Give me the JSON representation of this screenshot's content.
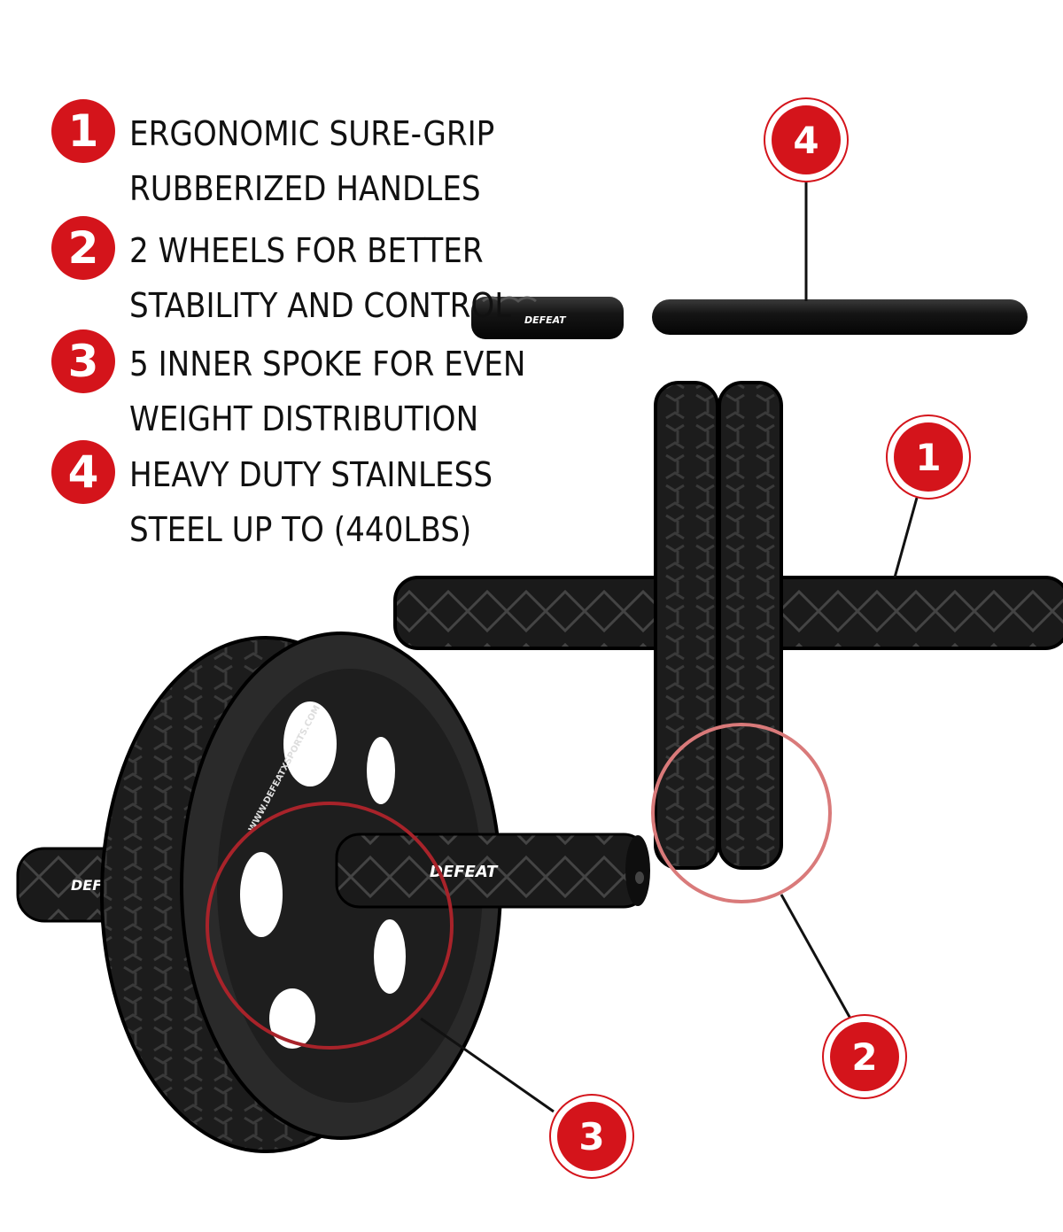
{
  "features": [
    {
      "number": "1",
      "line1": "Ergonomic Sure-Grip",
      "line2": "Rubberized Handles"
    },
    {
      "number": "2",
      "line1": "2 Wheels for better",
      "line2": "stability and control"
    },
    {
      "number": "3",
      "line1": "5 inner spoke for even",
      "line2": "weight distribution"
    },
    {
      "number": "4",
      "line1": "Heavy duty stainless",
      "line2": "steel up to (440lbs)"
    }
  ],
  "callouts": {
    "c1": "1",
    "c2": "2",
    "c3": "3",
    "c4": "4"
  },
  "brand": {
    "handle_logo": "DEFEAT",
    "handle_logo_small": "DEFEAT",
    "front_logo": "DEFEAT",
    "website": "WWW.DEFEATXSPORTS.COM"
  },
  "colors": {
    "accent": "#d4141b",
    "product": "#1a1a1a"
  }
}
